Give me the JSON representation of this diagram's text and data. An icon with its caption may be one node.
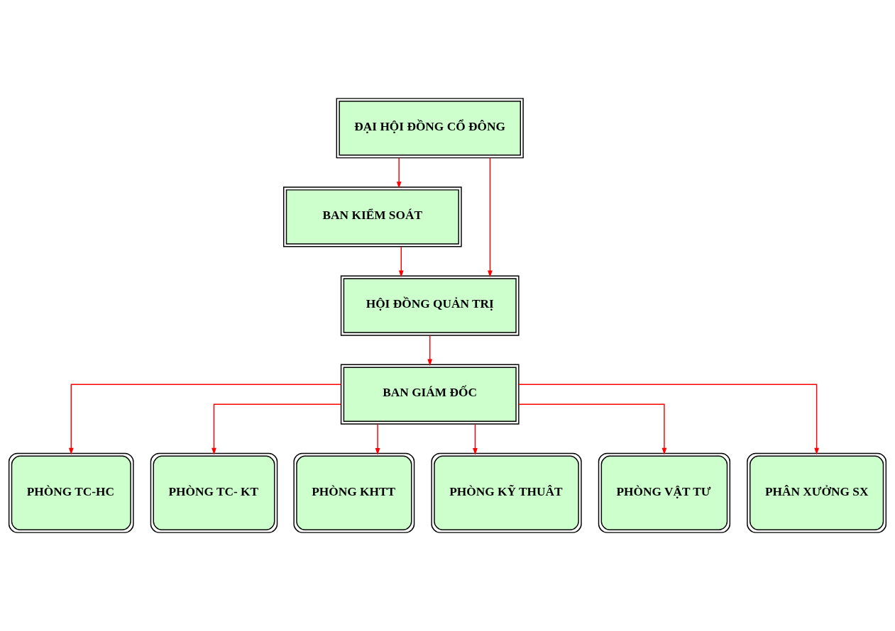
{
  "diagram": {
    "nodes": [
      {
        "text": [
          "ĐẠI HỘI ĐỒNG CỔ ĐÔNG"
        ]
      },
      {
        "text": [
          "BAN KIỂM SOÁT"
        ]
      },
      {
        "text": [
          "HỘI ĐỒNG QUẢN TRỊ"
        ]
      },
      {
        "text": [
          "BAN GIÁM ĐỐC"
        ]
      },
      {
        "text": [
          "PHÒNG TC-HC"
        ]
      },
      {
        "text": [
          "PHÒNG TC- KT"
        ]
      },
      {
        "text": [
          "PHÒNG KHTT"
        ]
      },
      {
        "text": [
          "PHÒNG KỸ THUÂT"
        ]
      },
      {
        "text": [
          "PHÒNG VẬT TƯ"
        ]
      },
      {
        "text": [
          "PHÂN XƯỞNG SX"
        ]
      }
    ],
    "edges": [
      {
        "from": 0,
        "to": 1,
        "arrow": "to"
      },
      {
        "from": 0,
        "to": 2,
        "arrow": "to"
      },
      {
        "from": 1,
        "to": 2,
        "arrow": "to"
      },
      {
        "from": 2,
        "to": 3,
        "arrow": "to"
      },
      {
        "from": 3,
        "to": 4,
        "arrow": "to"
      },
      {
        "from": 3,
        "to": 5,
        "arrow": "to"
      },
      {
        "from": 3,
        "to": 6,
        "arrow": "to"
      },
      {
        "from": 3,
        "to": 7,
        "arrow": "to"
      },
      {
        "from": 3,
        "to": 8,
        "arrow": "to"
      },
      {
        "from": 3,
        "to": 9,
        "arrow": "to"
      }
    ]
  }
}
